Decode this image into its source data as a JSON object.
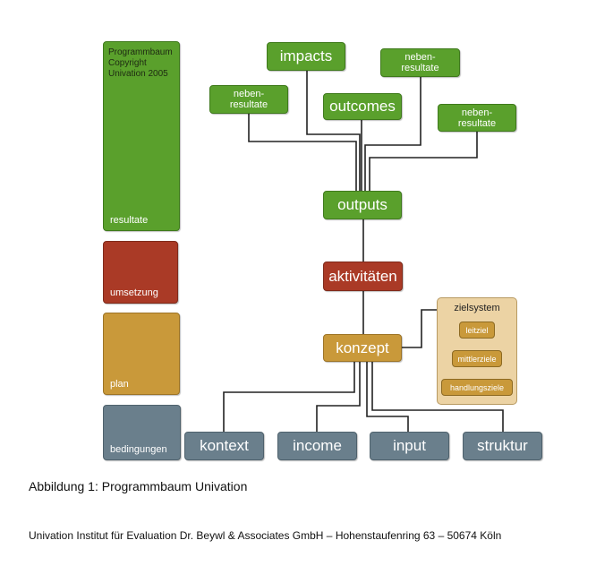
{
  "diagram": {
    "side_panels": {
      "resultate": "resultate",
      "copyright": "Programmbaum\nCopyright\nUnivation 2005",
      "umsetzung": "umsetzung",
      "plan": "plan",
      "bedingungen": "bedingungen"
    },
    "nodes": {
      "impacts": "impacts",
      "outcomes": "outcomes",
      "neben_left": "neben-\nresultate",
      "neben_top": "neben-\nresultate",
      "neben_right": "neben-\nresultate",
      "outputs": "outputs",
      "aktivitaeten": "aktivitäten",
      "konzept": "konzept",
      "kontext": "kontext",
      "income": "income",
      "input": "input",
      "struktur": "struktur"
    },
    "zielsystem": {
      "title": "zielsystem",
      "leitziel": "leitziel",
      "mittlerziele": "mittlerziele",
      "handlungsziele": "handlungsziele"
    },
    "colors": {
      "green": "#5aa02c",
      "red": "#aa3a26",
      "ochre": "#c9993a",
      "slate": "#6a7f8c",
      "zielsystem_bg": "#ecd3a4",
      "connector": "#222222"
    }
  },
  "caption": "Abbildung 1: Programmbaum Univation",
  "footer": "Univation Institut für Evaluation Dr. Beywl & Associates GmbH – Hohenstaufenring 63 – 50674 Köln"
}
